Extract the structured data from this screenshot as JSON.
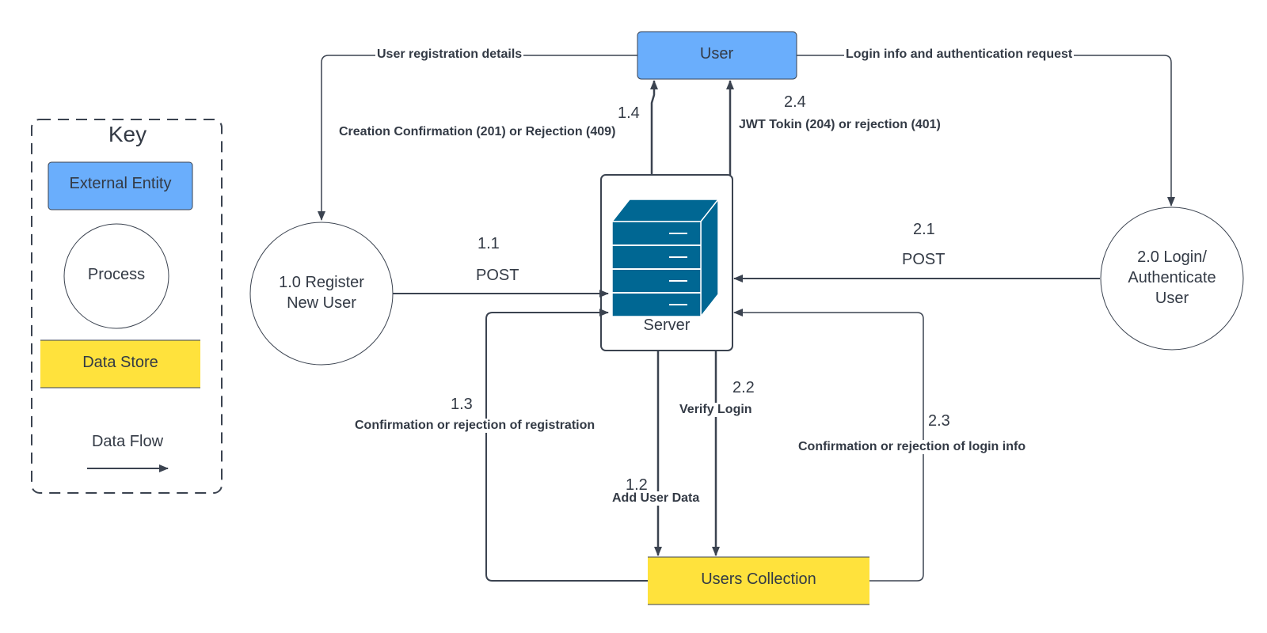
{
  "key": {
    "title": "Key",
    "external_entity": "External Entity",
    "process": "Process",
    "data_store": "Data Store",
    "data_flow": "Data Flow"
  },
  "nodes": {
    "user": "User",
    "register_line1": "1.0 Register",
    "register_line2": "New User",
    "login_line1": "2.0 Login/",
    "login_line2": "Authenticate",
    "login_line3": "User",
    "server": "Server",
    "users_collection": "Users  Collection"
  },
  "flows": {
    "user_registration_details": "User registration details",
    "login_info_request": "Login info and authentication request",
    "f1_4_num": "1.4",
    "f1_4_label": "Creation Confirmation (201) or Rejection (409)",
    "f2_4_num": "2.4",
    "f2_4_label": "JWT Tokin (204) or rejection (401)",
    "f1_1_num": "1.1",
    "f1_1_label": "POST",
    "f2_1_num": "2.1",
    "f2_1_label": "POST",
    "f1_3_num": "1.3",
    "f1_3_label": "Confirmation or rejection of registration",
    "f2_2_num": "2.2",
    "f2_2_label": "Verify Login",
    "f2_3_num": "2.3",
    "f2_3_label": "Confirmation or rejection of login info",
    "f1_2_num": "1.2",
    "f1_2_label": "Add User Data"
  },
  "colors": {
    "external_entity": "#6aaefc",
    "data_store": "#ffe23c",
    "server_icon": "#006793",
    "line": "#3b4350"
  }
}
